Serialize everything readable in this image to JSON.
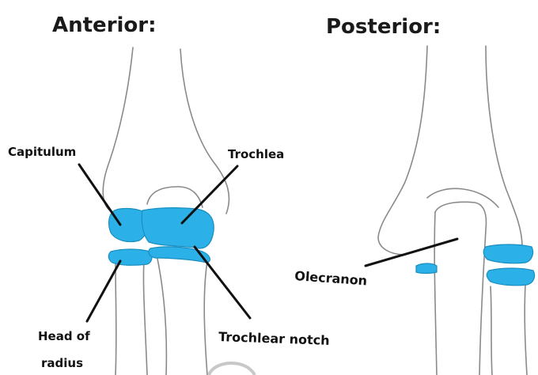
{
  "headings": {
    "anterior": "Anterior:",
    "posterior": "Posterior:"
  },
  "labels": {
    "capitulum": "Capitulum",
    "trochlea": "Trochlea",
    "head_of_radius_line1": "Head of",
    "head_of_radius_line2": "radius",
    "trochlear_notch": "Trochlear notch",
    "olecranon": "Olecranon"
  },
  "colors": {
    "cartilage": "#2bb0e8",
    "outline": "#8a8a8a",
    "text": "#111111"
  }
}
